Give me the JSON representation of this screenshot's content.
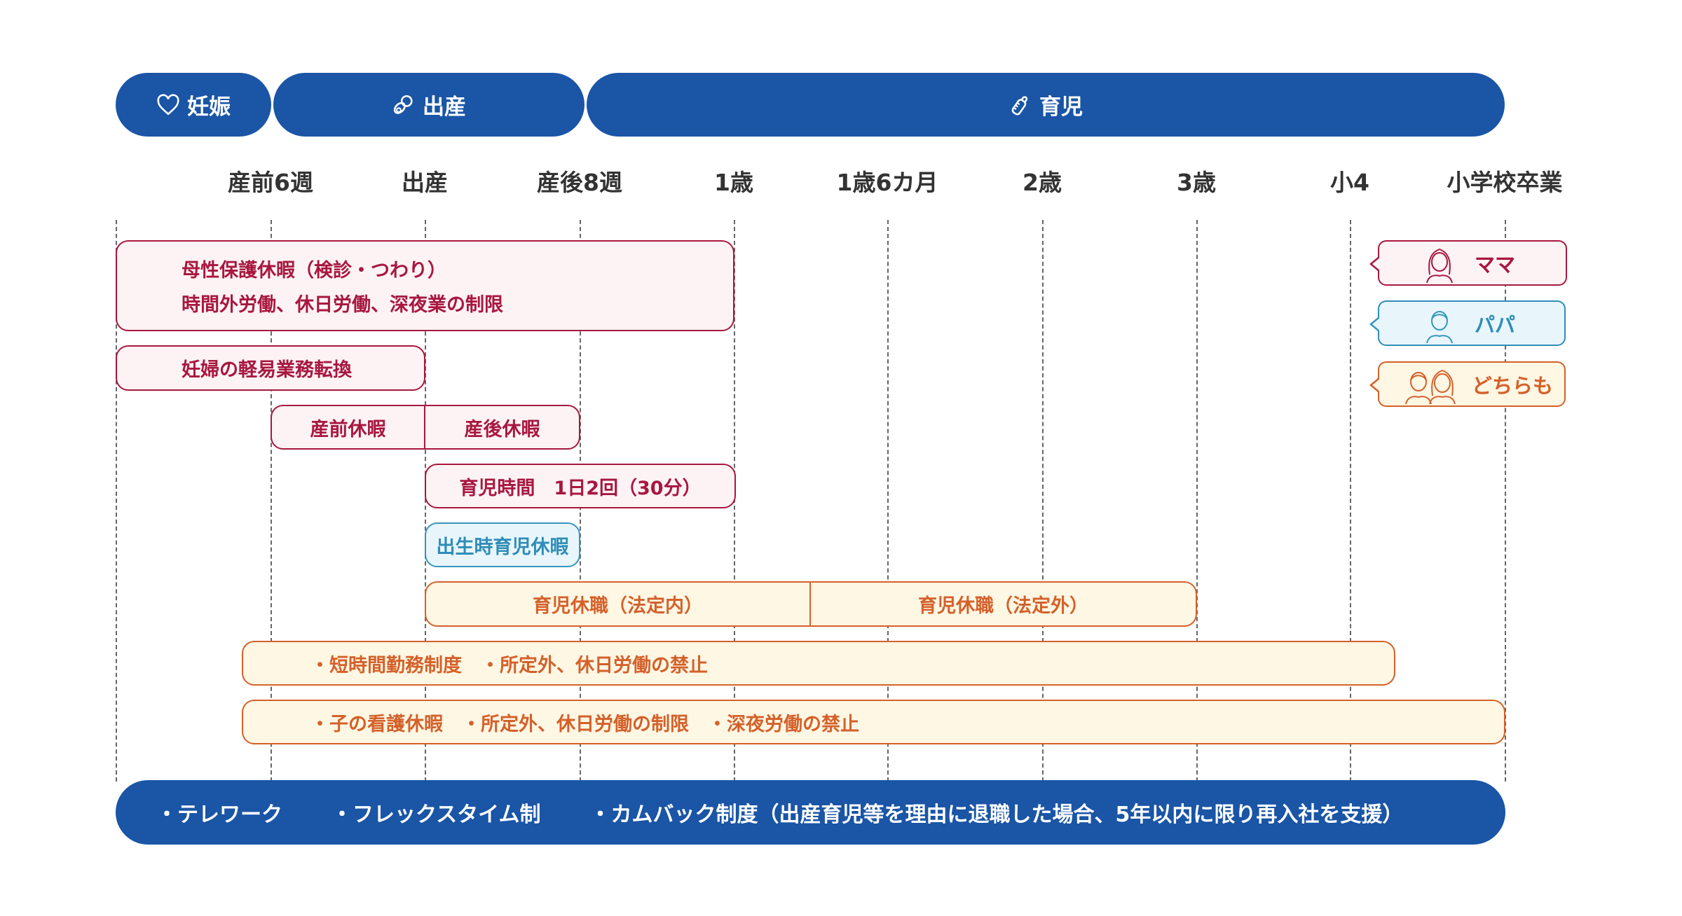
{
  "phases": [
    {
      "label": "妊娠",
      "icon": "heart-icon"
    },
    {
      "label": "出産",
      "icon": "pacifier-icon"
    },
    {
      "label": "育児",
      "icon": "baby-bottle-icon"
    }
  ],
  "timeline_labels": [
    "産前6週",
    "出産",
    "産後8週",
    "1歳",
    "1歳6カ月",
    "2歳",
    "3歳",
    "小4",
    "小学校卒業"
  ],
  "rows": {
    "maternity_protection": {
      "line1": "母性保護休暇（検診・つわり）",
      "line2": "時間外労働、休日労働、深夜業の制限"
    },
    "light_duty": "妊婦の軽易業務転換",
    "prenatal_leave": "産前休暇",
    "postnatal_leave": "産後休暇",
    "nursing_time": "育児時間　1日2回（30分）",
    "paternity_leave": "出生時育児休暇",
    "childcare_leave_statutory": "育児休職（法定内）",
    "childcare_leave_extra": "育児休職（法定外）",
    "short_hours": "・短時間勤務制度　・所定外、休日労働の禁止",
    "child_care": "・子の看護休暇　・所定外、休日労働の制限　・深夜労働の禁止"
  },
  "bottom_bar": {
    "items": [
      "・テレワーク",
      "・フレックスタイム制",
      "・カムバック制度（出産育児等を理由に退職した場合、5年以内に限り再入社を支援）"
    ]
  },
  "legend": [
    {
      "label": "ママ",
      "color": "#a8173f"
    },
    {
      "label": "パパ",
      "color": "#2f8db8"
    },
    {
      "label": "どちらも",
      "color": "#d4612a"
    }
  ],
  "colors": {
    "primary_blue": "#1a55a6",
    "mama": "#a8173f",
    "papa": "#3596bd",
    "both": "#d4612a"
  }
}
